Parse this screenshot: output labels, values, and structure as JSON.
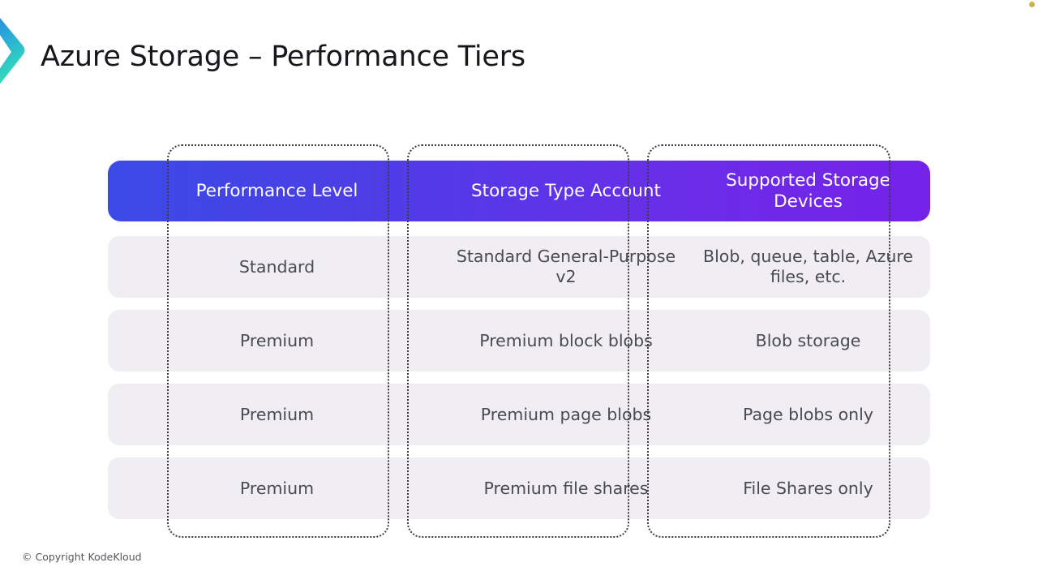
{
  "slide": {
    "title": "Azure Storage – Performance Tiers",
    "footer": "© Copyright KodeKloud",
    "logo_icon": "chevron-right-icon",
    "marker_icon": "gold-dot-icon",
    "colors": {
      "header_gradient_start": "#3b4ae6",
      "header_gradient_end": "#7522e8",
      "row_background": "#f0eef2",
      "row_text": "#4a4a52",
      "header_text": "#ffffff",
      "title_text": "#17181c",
      "outline": "#3b3b3b",
      "logo_gradient_start": "#2a9fe0",
      "logo_gradient_end": "#2fe0b0",
      "marker_dot": "#c9a227"
    }
  },
  "table": {
    "columns": [
      {
        "header": "Performance Level"
      },
      {
        "header": "Storage Type Account"
      },
      {
        "header": "Supported Storage Devices"
      }
    ],
    "rows": [
      {
        "performance_level": "Standard",
        "storage_type_account": "Standard General-Purpose v2",
        "supported_storage_devices": "Blob, queue, table, Azure files, etc."
      },
      {
        "performance_level": "Premium",
        "storage_type_account": "Premium block blobs",
        "supported_storage_devices": "Blob storage"
      },
      {
        "performance_level": "Premium",
        "storage_type_account": "Premium page blobs",
        "supported_storage_devices": "Page blobs only"
      },
      {
        "performance_level": "Premium",
        "storage_type_account": "Premium file shares",
        "supported_storage_devices": "File Shares only"
      }
    ]
  }
}
